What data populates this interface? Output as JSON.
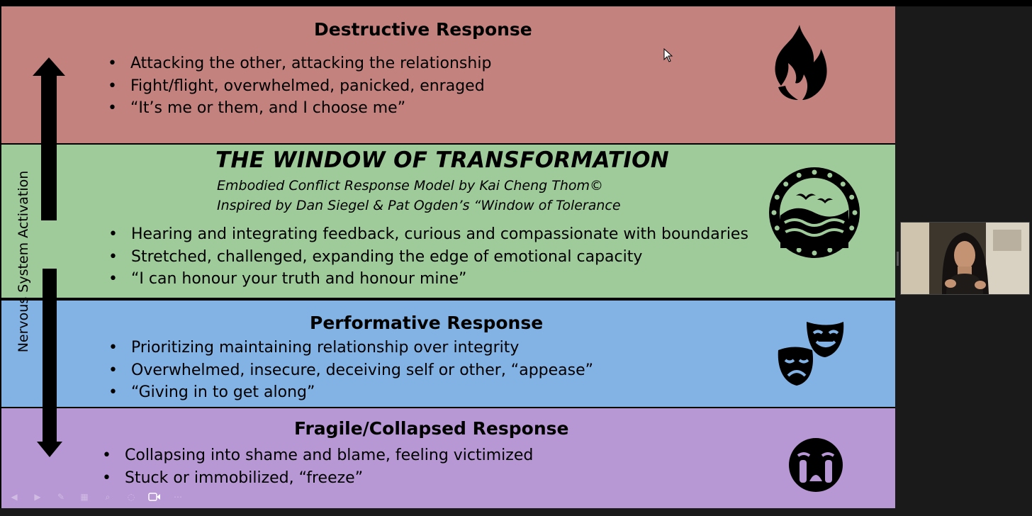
{
  "colors": {
    "destructive_bg": "#c4827f",
    "window_bg": "#9fcb9b",
    "performative_bg": "#83b3e4",
    "fragile_bg": "#b797d4",
    "background": "#1a1a1a"
  },
  "side_label": "Nervous System Activation",
  "bands": {
    "destructive": {
      "heading": "Destructive Response",
      "bullets": [
        "Attacking the other, attacking the relationship",
        "Fight/flight, overwhelmed, panicked, enraged",
        "“It’s me or them, and I choose me”"
      ],
      "icon": "fire-icon"
    },
    "window": {
      "heading": "THE WINDOW OF TRANSFORMATION",
      "subtitle_1": "Embodied Conflict Response Model by Kai Cheng Thom©",
      "subtitle_2": "Inspired by Dan Siegel & Pat Ogden’s “Window of Tolerance",
      "bullets": [
        "Hearing and integrating feedback, curious and compassionate with boundaries",
        "Stretched, challenged, expanding the edge of emotional capacity",
        "“I can honour your truth and honour mine”"
      ],
      "icon": "porthole-window-icon"
    },
    "performative": {
      "heading": "Performative Response",
      "bullets": [
        "Prioritizing maintaining relationship over integrity",
        "Overwhelmed, insecure, deceiving self or other, “appease”",
        "“Giving in to get along”"
      ],
      "icon": "theater-masks-icon"
    },
    "fragile": {
      "heading": "Fragile/Collapsed Response",
      "bullets": [
        "Collapsing into shame and blame, feeling victimized",
        "Stuck or immobilized, “freeze”"
      ],
      "icon": "crying-face-icon"
    }
  },
  "toolbar": [
    "previous-icon",
    "next-icon",
    "pen-icon",
    "slides-icon",
    "zoom-icon",
    "more-icon",
    "camera-icon",
    "ellipsis-icon"
  ]
}
